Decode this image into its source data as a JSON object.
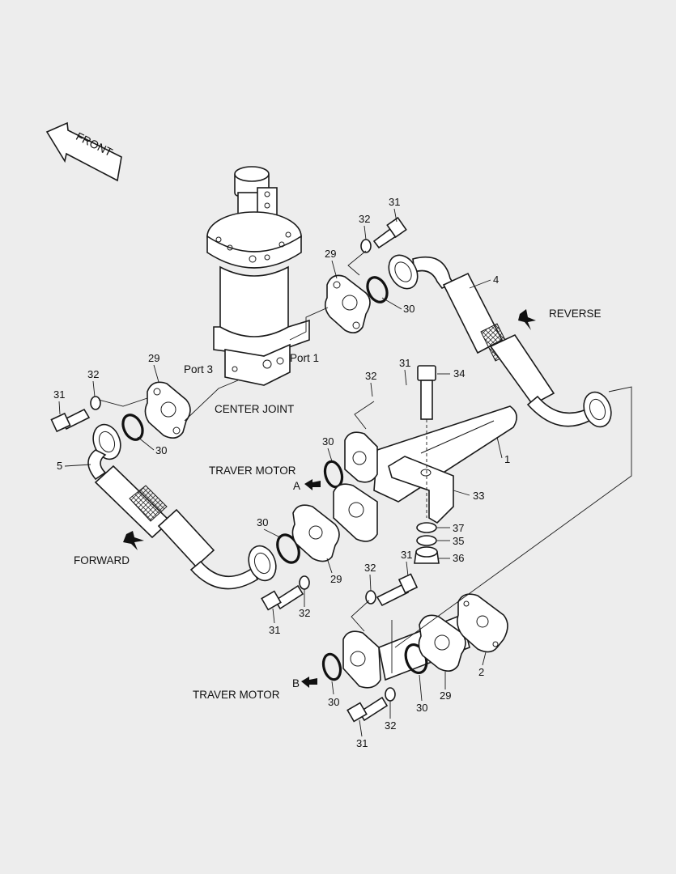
{
  "labels": {
    "front": "FRONT",
    "center_joint": "CENTER JOINT",
    "port_3": "Port 3",
    "port_1": "Port 1",
    "reverse": "REVERSE",
    "forward": "FORWARD",
    "traver_motor_a": "TRAVER MOTOR",
    "traver_motor_b": "TRAVER MOTOR",
    "point_a": "A",
    "point_b": "B"
  },
  "callouts": {
    "n31_top": "31",
    "n32_top": "32",
    "n29_top": "29",
    "n30_top": "30",
    "n4": "4",
    "n29_left": "29",
    "n32_left": "32",
    "n31_left": "31",
    "n30_left": "30",
    "n5": "5",
    "n31_mid": "31",
    "n32_mid": "32",
    "n34": "34",
    "n1": "1",
    "n30_a": "30",
    "n33": "33",
    "n37": "37",
    "n35": "35",
    "n36": "36",
    "n30_low": "30",
    "n29_low": "29",
    "n31_low": "31",
    "n32_low": "32",
    "n32_b": "32",
    "n31_b": "31",
    "n2": "2",
    "n29_b": "29",
    "n30_b": "30",
    "n30_b2": "30",
    "n32_bb": "32",
    "n31_bb": "31"
  }
}
